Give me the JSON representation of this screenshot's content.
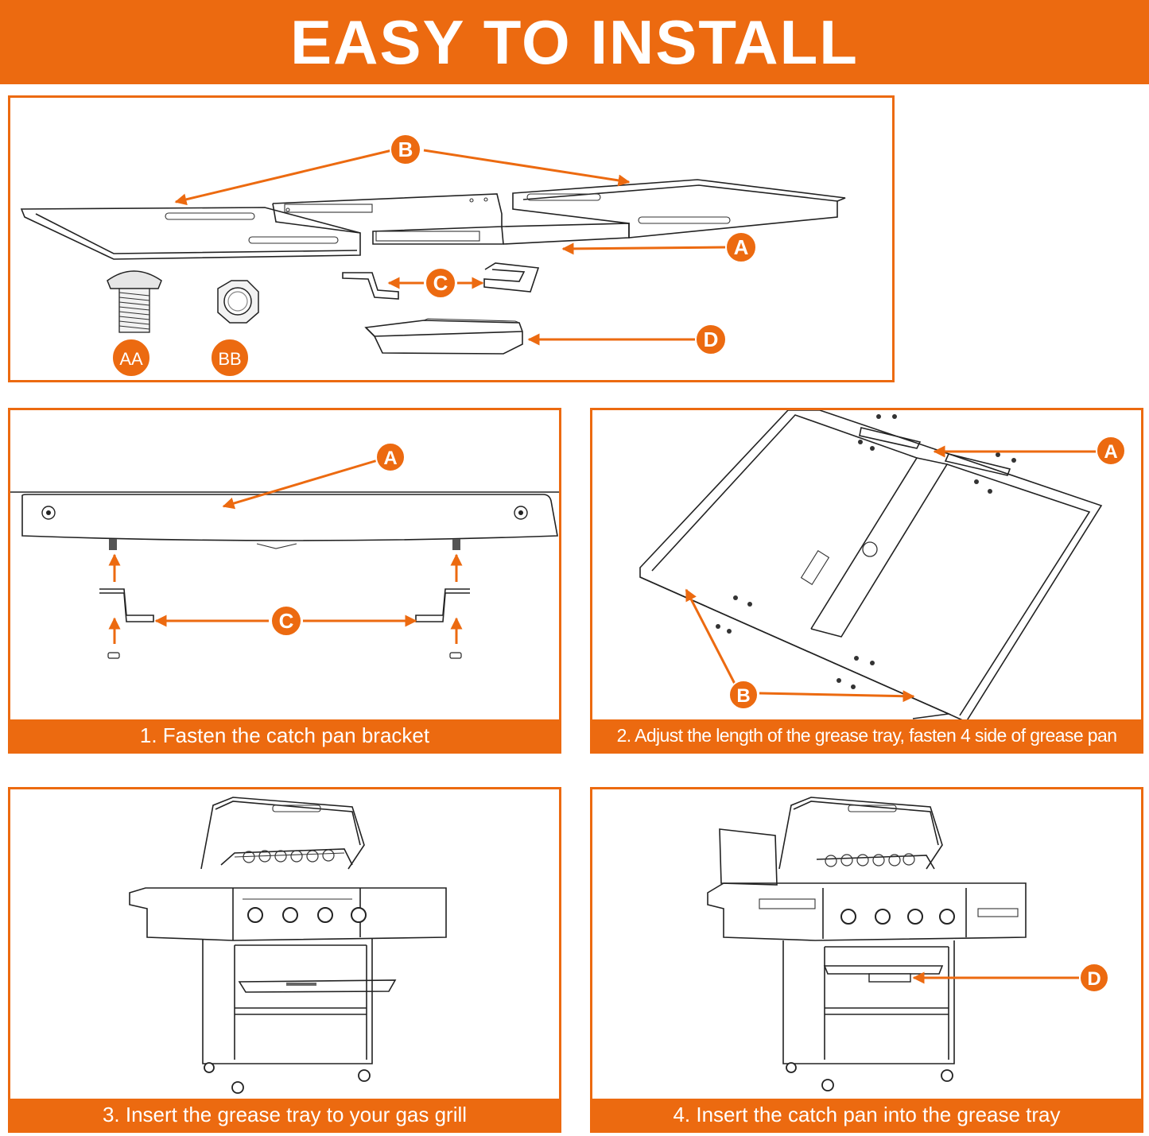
{
  "header": {
    "title": "EASY TO INSTALL"
  },
  "parts": {
    "label_a": "A",
    "label_b": "B",
    "label_c": "C",
    "label_d": "D",
    "label_aa": "AA",
    "label_bb": "BB"
  },
  "steps": [
    {
      "caption": "1. Fasten the catch pan bracket"
    },
    {
      "caption": "2. Adjust the length of the grease tray, fasten 4 side of grease pan"
    },
    {
      "caption": "3. Insert the grease tray to your gas grill"
    },
    {
      "caption": "4. Insert the catch pan into the grease tray"
    }
  ],
  "colors": {
    "accent": "#ec6a10",
    "line": "#222222",
    "background": "#ffffff"
  }
}
